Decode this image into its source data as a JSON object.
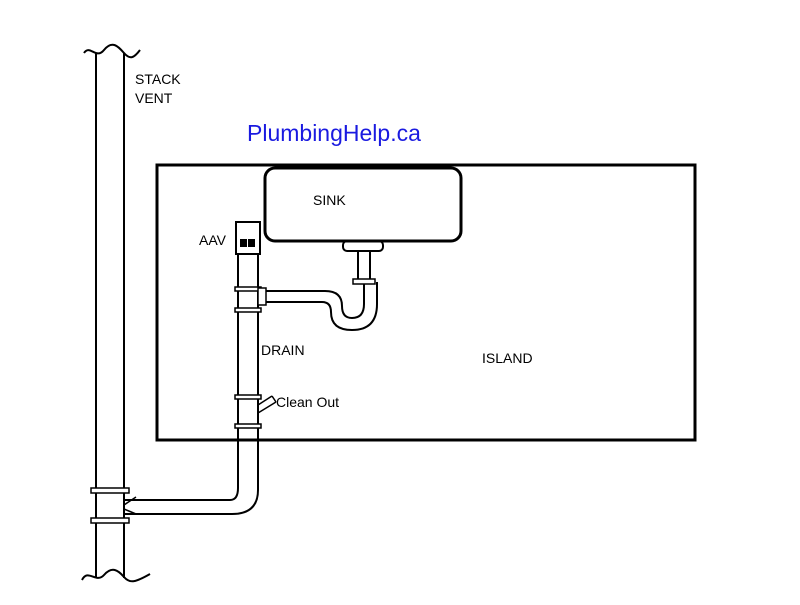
{
  "brand": {
    "text": "PlumbingHelp.ca",
    "color": "#1a1ae0"
  },
  "labels": {
    "stack_line1": "STACK",
    "stack_line2": "VENT",
    "sink": "SINK",
    "aav": "AAV",
    "drain": "DRAIN",
    "island": "ISLAND",
    "clean_out": "Clean Out"
  },
  "colors": {
    "line": "#000000",
    "background": "#ffffff"
  }
}
